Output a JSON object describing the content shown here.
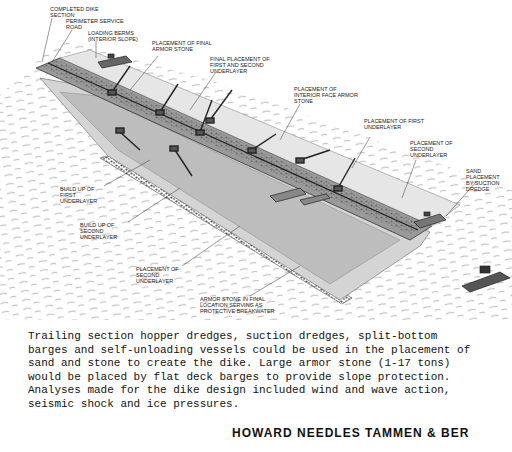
{
  "diagram": {
    "caption": "Trailing section hopper dredges, suction dredges, split-bottom barges and self-unloading vessels could be used in the placement of sand and stone to create the dike. Large armor stone (1-17 tons) would be placed by flat deck barges to provide slope protection. Analyses made for the dike design included wind and wave action, seismic shock and ice pressures.",
    "labels": [
      "COMPLETED DIKE SECTION",
      "PERIMETER SERVICE ROAD",
      "LOADING BERMS (INTERIOR SLOPE)",
      "PLACEMENT OF FINAL ARMOR STONE",
      "FINAL PLACEMENT OF FIRST AND SECOND UNDERLAYER",
      "PLACEMENT OF INTERIOR FACE ARMOR STONE",
      "PLACEMENT OF FIRST UNDERLAYER",
      "PLACEMENT OF SECOND UNDERLAYER",
      "SAND PLACEMENT BY SUCTION DREDGE",
      "BUILD UP OF FIRST UNDERLAYER",
      "BUILD UP OF SECOND UNDERLAYER",
      "PLACEMENT OF SECOND UNDERLAYER",
      "ARMOR STONE IN FINAL LOCATION SERVING AS PROTECTIVE BREAKWATER",
      "HOWARD NEEDLES TAMMEN & BER"
    ]
  }
}
